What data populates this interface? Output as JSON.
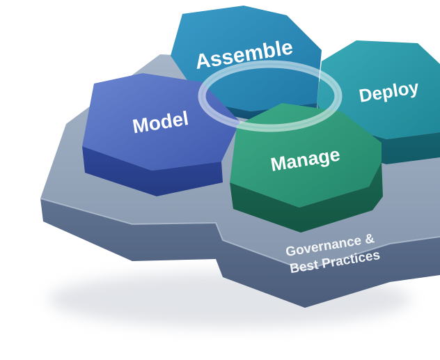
{
  "diagram": {
    "hexagons": [
      {
        "id": "model",
        "label": "Model",
        "color": "#4a66b8"
      },
      {
        "id": "assemble",
        "label": "Assemble",
        "color": "#2b86b3"
      },
      {
        "id": "deploy",
        "label": "Deploy",
        "color": "#2b95a3"
      },
      {
        "id": "manage",
        "label": "Manage",
        "color": "#2e9278"
      }
    ],
    "base": {
      "label_line1": "Governance &",
      "label_line2": "Best Practices",
      "color": "#8a9cb2"
    },
    "cycle_ring_icon": "circular-arrow-icon"
  }
}
